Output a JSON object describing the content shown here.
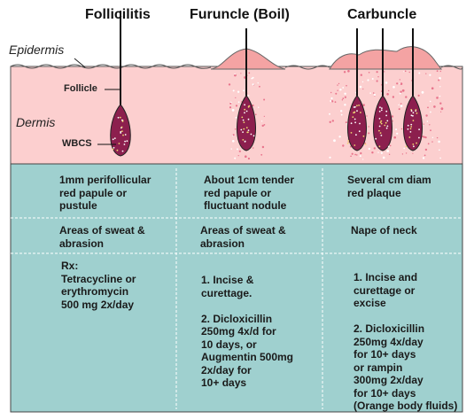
{
  "headers": {
    "folliculitis": "Follicilitis",
    "furuncle": "Furuncle (Boil)",
    "carbuncle": "Carbuncle"
  },
  "labels": {
    "epidermis": "Epidermis",
    "dermis": "Dermis",
    "follicle": "Follicle",
    "wbcs": "WBCS"
  },
  "rows": [
    {
      "folliculitis": "1mm perifollicular\nred papule or\npustule",
      "furuncle": "About 1cm tender\nred papule or\nfluctuant nodule",
      "carbuncle": "Several cm diam\nred plaque"
    },
    {
      "folliculitis": "Areas of sweat &\nabrasion",
      "furuncle": "Areas of sweat &\nabrasion",
      "carbuncle": "Nape of neck"
    },
    {
      "folliculitis": "Rx:\nTetracycline or\nerythromycin\n   500 mg 2x/day",
      "furuncle": "1. Incise &\n    curettage.\n\n2. Dicloxicillin\n    250mg 4x/d for\n    10 days, or\n   Augmentin 500mg\n    2x/day for\n    10+ days",
      "carbuncle": "1. Incise and\n    curettage or\n    excise\n\n2. Dicloxicillin\n    250mg 4x/day\n    for 10+ days\n    or rampin\n    300mg 2x/day\n    for 10+ days\n(Orange body fluids)"
    }
  ],
  "colors": {
    "dermis": "#fccfcf",
    "epidermis": "#f4a3a3",
    "table": "#9fd0cf",
    "follicle": "#8c1f4e",
    "dots": "#f0d870"
  }
}
